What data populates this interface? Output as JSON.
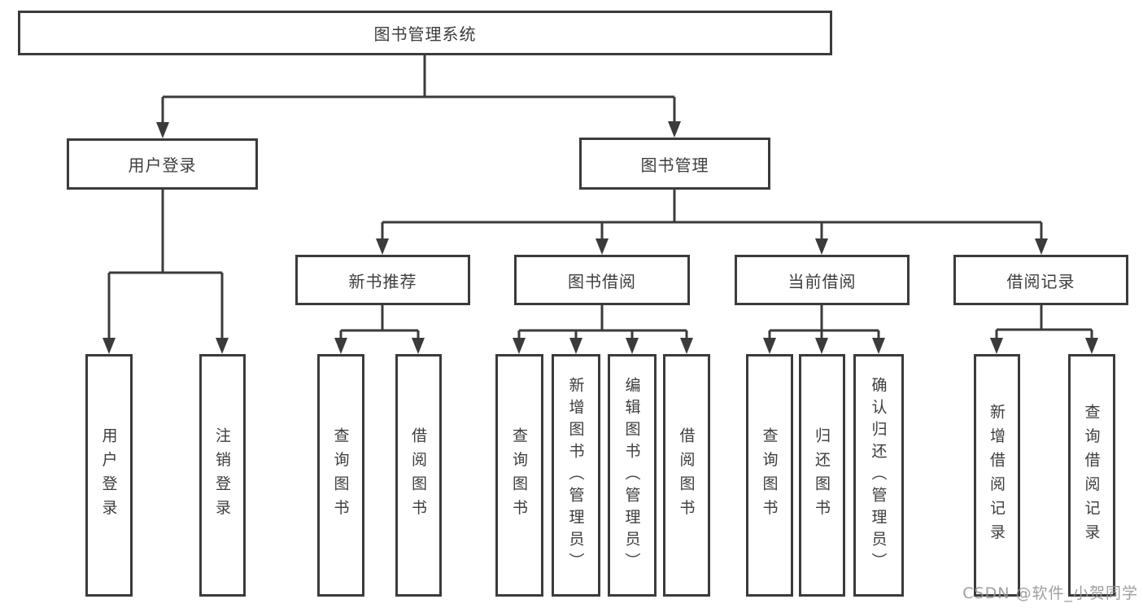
{
  "watermark": "CSDN @软件_小贺同学",
  "colors": {
    "line": "#3b3b3b",
    "text": "#3d3d3d",
    "background": "#ffffff",
    "watermark": "#949494"
  },
  "tree": {
    "label": "图书管理系统",
    "children": [
      {
        "label": "用户登录",
        "children": [
          {
            "label": "用户登录"
          },
          {
            "label": "注销登录"
          }
        ]
      },
      {
        "label": "图书管理",
        "children": [
          {
            "label": "新书推荐",
            "children": [
              {
                "label": "查询图书"
              },
              {
                "label": "借阅图书"
              }
            ]
          },
          {
            "label": "图书借阅",
            "children": [
              {
                "label": "查询图书"
              },
              {
                "label": "新增图书（管理员）"
              },
              {
                "label": "编辑图书（管理员）"
              },
              {
                "label": "借阅图书"
              }
            ]
          },
          {
            "label": "当前借阅",
            "children": [
              {
                "label": "查询图书"
              },
              {
                "label": "归还图书"
              },
              {
                "label": "确认归还（管理员）"
              }
            ]
          },
          {
            "label": "借阅记录",
            "children": [
              {
                "label": "新增借阅记录"
              },
              {
                "label": "查询借阅记录"
              }
            ]
          }
        ]
      }
    ]
  }
}
